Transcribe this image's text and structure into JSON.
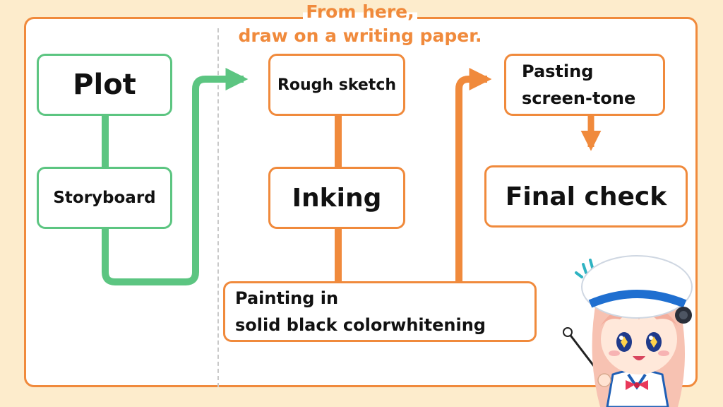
{
  "caption": {
    "line1": "From here,",
    "line2": "draw on a writing paper."
  },
  "nodes": {
    "plot": "Plot",
    "storyboard": "Storyboard",
    "rough_sketch": "Rough sketch",
    "inking": "Inking",
    "painting": "Painting in\nsolid black colorwhitening",
    "pasting": "Pasting\nscreen-tone",
    "final_check": "Final check"
  },
  "colors": {
    "green": "#5cc581",
    "orange": "#f08a3c",
    "background": "#fdeccc"
  }
}
